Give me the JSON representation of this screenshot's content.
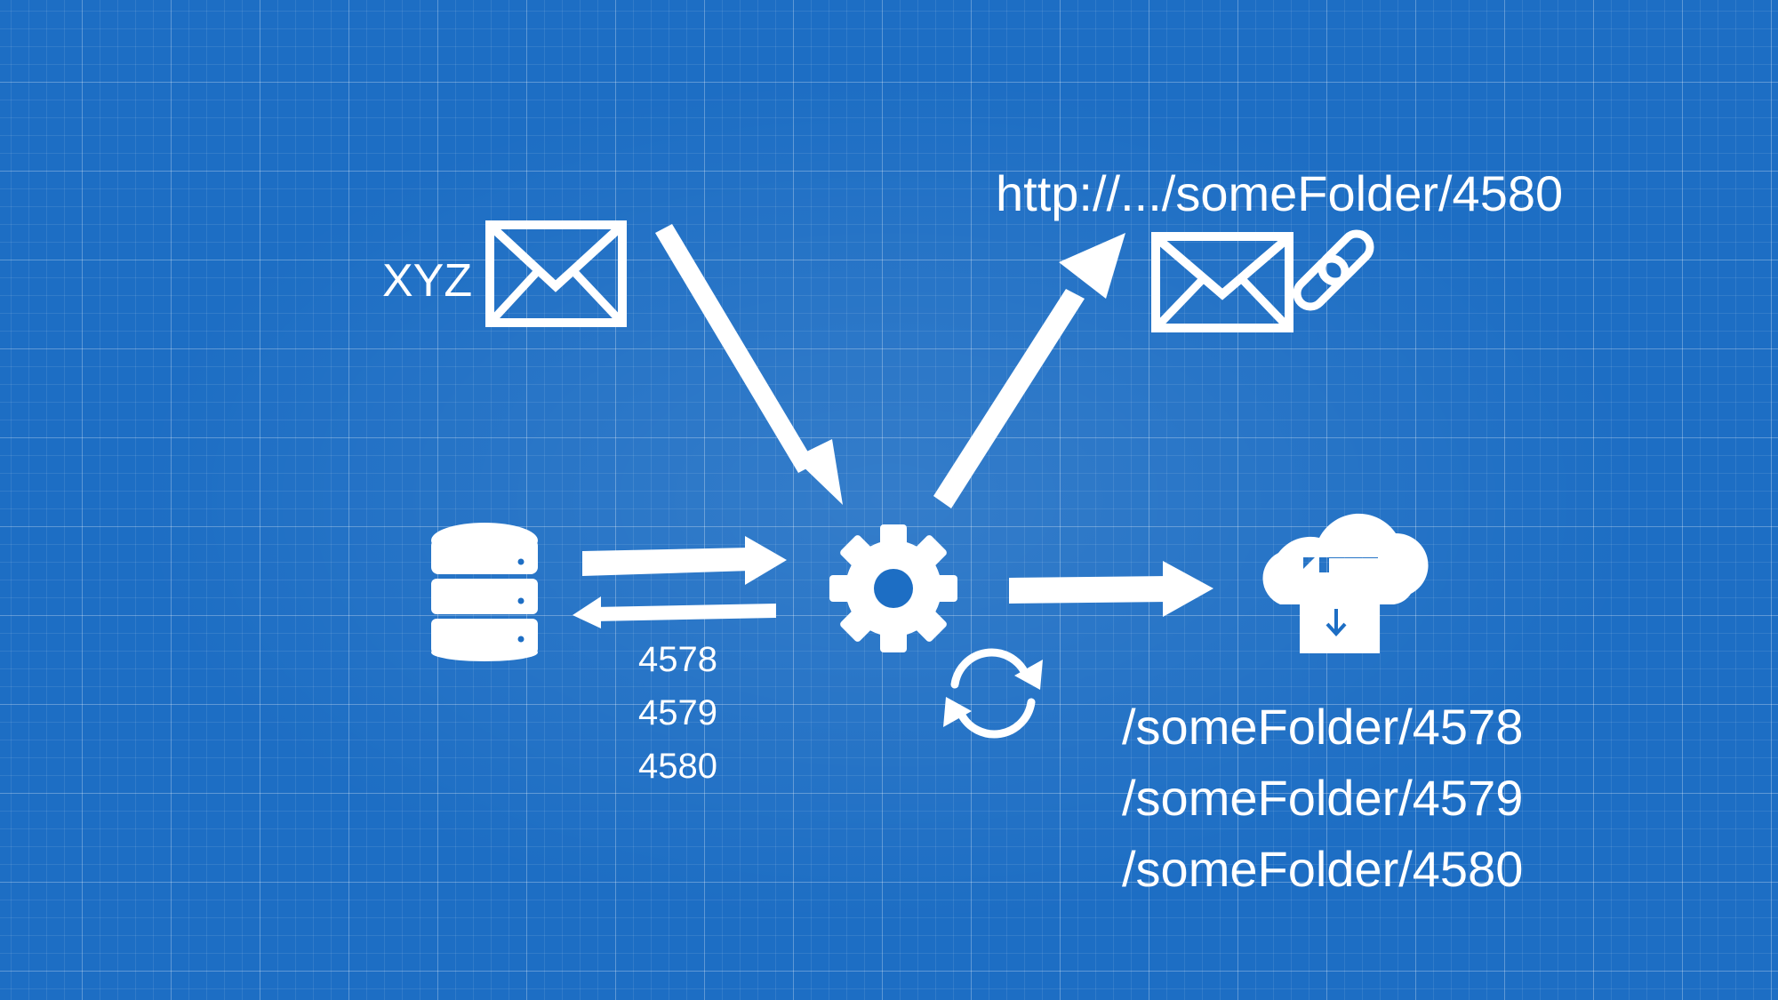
{
  "email_input": {
    "label": "XYZ",
    "icon": "envelope-icon"
  },
  "email_output": {
    "url": "http://.../someFolder/4580",
    "icons": [
      "envelope-icon",
      "link-icon"
    ]
  },
  "database": {
    "icon": "database-icon",
    "ids": [
      "4578",
      "4579",
      "4580"
    ]
  },
  "processor": {
    "icons": [
      "gear-icon",
      "sync-icon"
    ]
  },
  "storage": {
    "icon": "cloud-download-icon",
    "paths": [
      "/someFolder/4578",
      "/someFolder/4579",
      "/someFolder/4580"
    ]
  },
  "colors": {
    "background": "#1d6ec4",
    "foreground": "#ffffff"
  }
}
